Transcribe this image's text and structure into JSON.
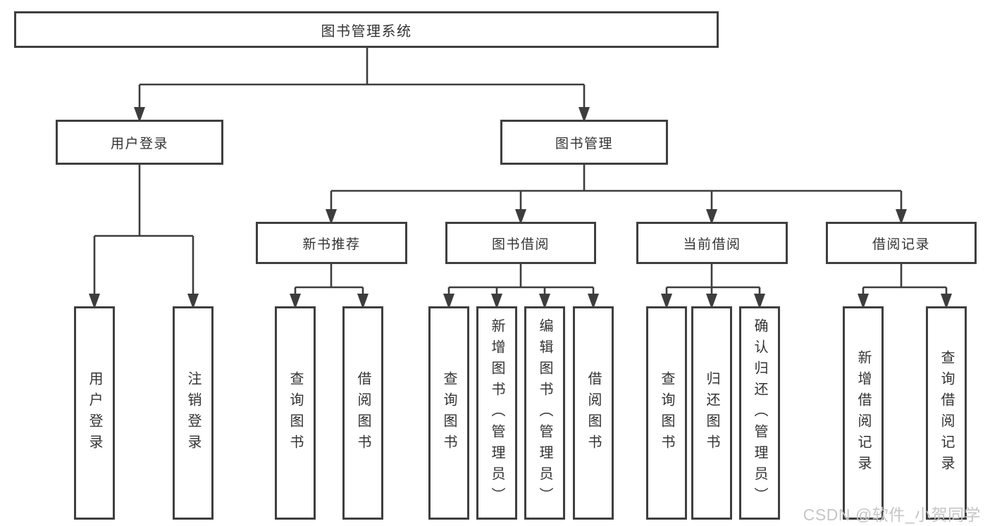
{
  "tree": {
    "label": "图书管理系统",
    "children": [
      {
        "label": "用户登录",
        "children": [
          {
            "label": "用户登录"
          },
          {
            "label": "注销登录"
          }
        ]
      },
      {
        "label": "图书管理",
        "children": [
          {
            "label": "新书推荐",
            "children": [
              {
                "label": "查询图书"
              },
              {
                "label": "借阅图书"
              }
            ]
          },
          {
            "label": "图书借阅",
            "children": [
              {
                "label": "查询图书"
              },
              {
                "label": "新增图书（管理员）"
              },
              {
                "label": "编辑图书（管理员）"
              },
              {
                "label": "借阅图书"
              }
            ]
          },
          {
            "label": "当前借阅",
            "children": [
              {
                "label": "查询图书"
              },
              {
                "label": "归还图书"
              },
              {
                "label": "确认归还（管理员）"
              }
            ]
          },
          {
            "label": "借阅记录",
            "children": [
              {
                "label": "新增借阅记录"
              },
              {
                "label": "查询借阅记录"
              }
            ]
          }
        ]
      }
    ]
  },
  "watermark": "CSDN @软件_小贺同学",
  "colors": {
    "line": "#3d3d3d",
    "box_border": "#3f3f3f",
    "text": "#333333",
    "watermark": "#c6c6c6",
    "background": "#ffffff"
  }
}
